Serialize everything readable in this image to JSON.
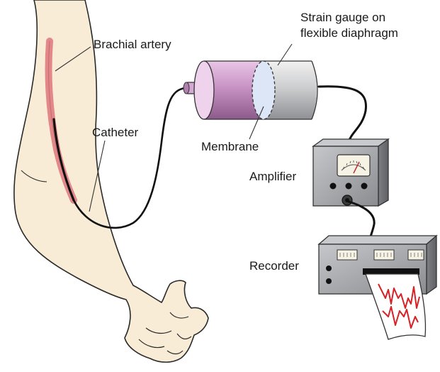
{
  "labels": {
    "brachial_artery": "Brachial artery",
    "catheter": "Catheter",
    "strain_gauge_line1": "Strain gauge on",
    "strain_gauge_line2": "flexible diaphragm",
    "membrane": "Membrane",
    "amplifier": "Amplifier",
    "recorder": "Recorder"
  },
  "colors": {
    "skin": "#f8ecd6",
    "artery": "#e3888a",
    "transducer_left": "#c893c4",
    "transducer_right": "#c7c8ca",
    "membrane": "#dde6f6",
    "device_body": "#9d9fa3",
    "trace": "#d62126"
  }
}
